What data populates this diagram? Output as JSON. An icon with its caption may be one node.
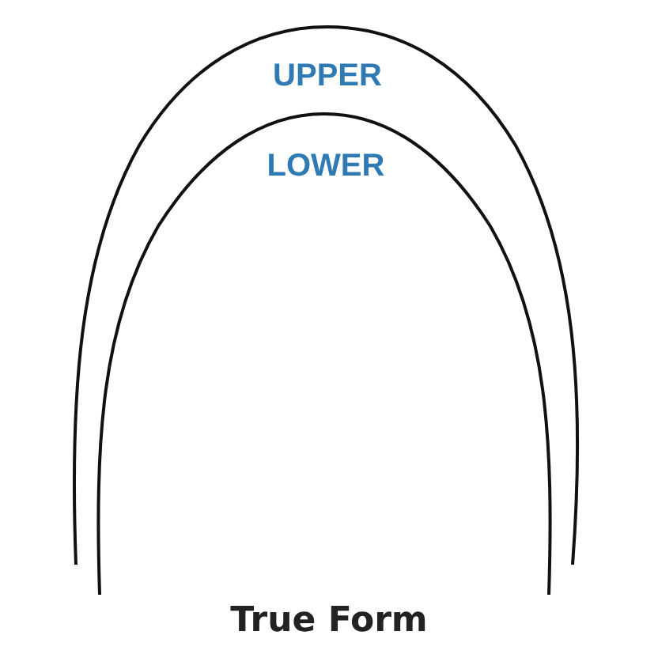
{
  "diagram": {
    "title": "True Form",
    "labels": [
      "UPPER",
      "LOWER"
    ]
  }
}
